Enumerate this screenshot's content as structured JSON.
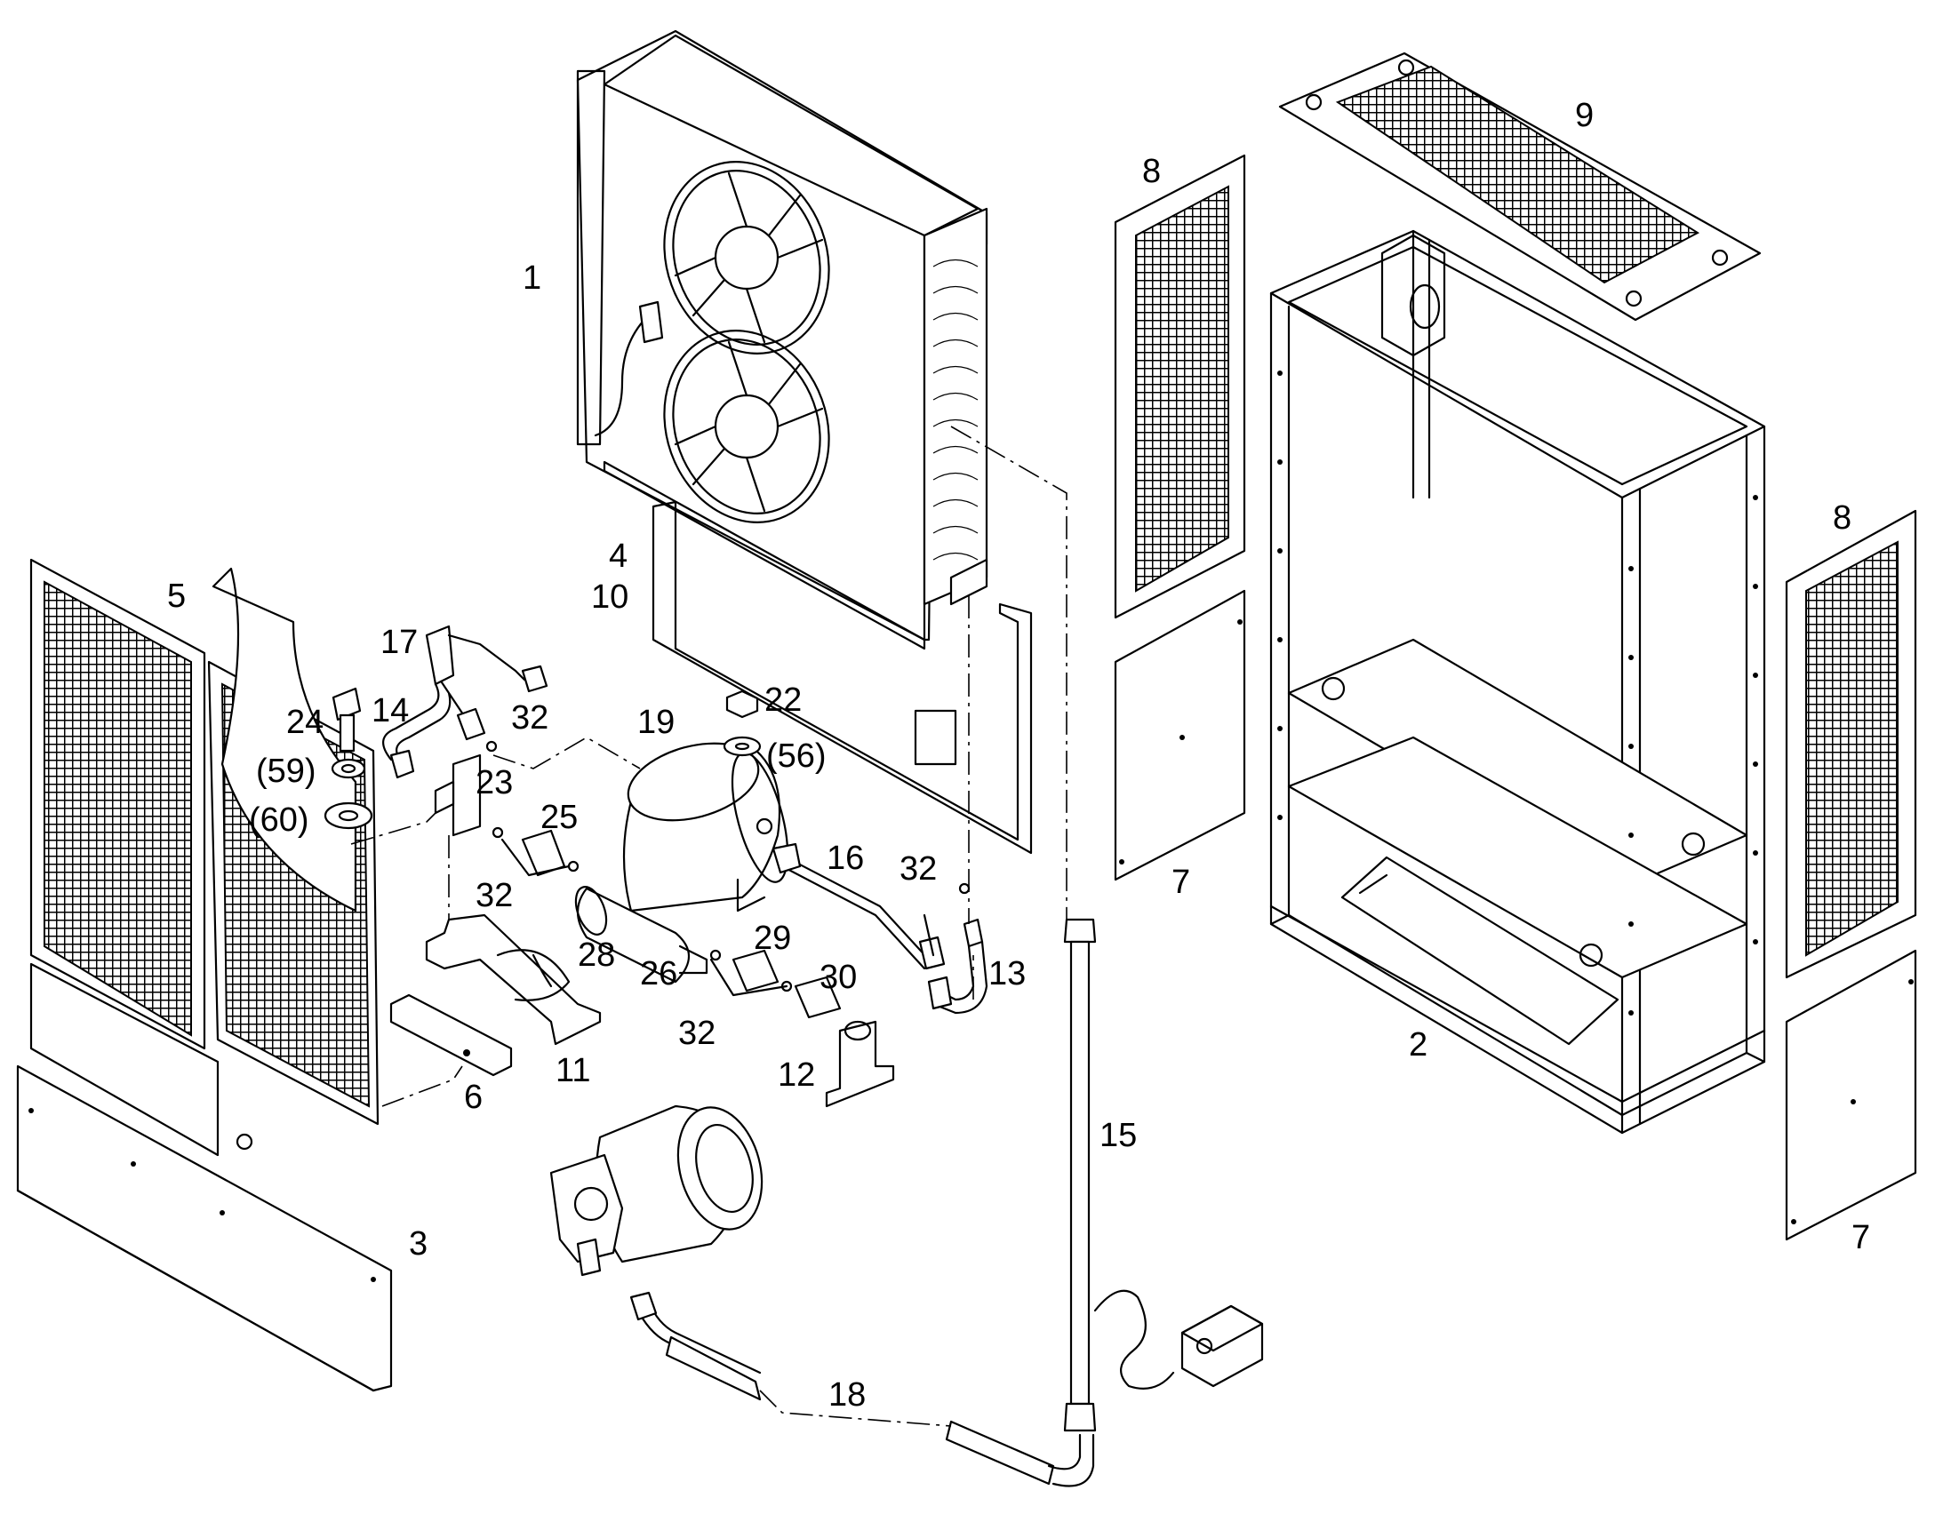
{
  "callouts": [
    {
      "id": "c1",
      "text": "1"
    },
    {
      "id": "c2",
      "text": "2"
    },
    {
      "id": "c3",
      "text": "3"
    },
    {
      "id": "c4",
      "text": "4"
    },
    {
      "id": "c10",
      "text": "10"
    },
    {
      "id": "c5",
      "text": "5"
    },
    {
      "id": "c6",
      "text": "6"
    },
    {
      "id": "c7a",
      "text": "7"
    },
    {
      "id": "c7b",
      "text": "7"
    },
    {
      "id": "c8a",
      "text": "8"
    },
    {
      "id": "c8b",
      "text": "8"
    },
    {
      "id": "c9",
      "text": "9"
    },
    {
      "id": "c11",
      "text": "11"
    },
    {
      "id": "c12",
      "text": "12"
    },
    {
      "id": "c13",
      "text": "13"
    },
    {
      "id": "c14",
      "text": "14"
    },
    {
      "id": "c15",
      "text": "15"
    },
    {
      "id": "c16",
      "text": "16"
    },
    {
      "id": "c17",
      "text": "17"
    },
    {
      "id": "c18",
      "text": "18"
    },
    {
      "id": "c19",
      "text": "19"
    },
    {
      "id": "c22",
      "text": "22"
    },
    {
      "id": "c56",
      "text": "(56)"
    },
    {
      "id": "c23",
      "text": "23"
    },
    {
      "id": "c24",
      "text": "24"
    },
    {
      "id": "c59",
      "text": "(59)"
    },
    {
      "id": "c60",
      "text": "(60)"
    },
    {
      "id": "c25",
      "text": "25"
    },
    {
      "id": "c26",
      "text": "26"
    },
    {
      "id": "c28",
      "text": "28"
    },
    {
      "id": "c29",
      "text": "29"
    },
    {
      "id": "c30",
      "text": "30"
    },
    {
      "id": "c32a",
      "text": "32"
    },
    {
      "id": "c32b",
      "text": "32"
    },
    {
      "id": "c32c",
      "text": "32"
    },
    {
      "id": "c32d",
      "text": "32"
    }
  ]
}
